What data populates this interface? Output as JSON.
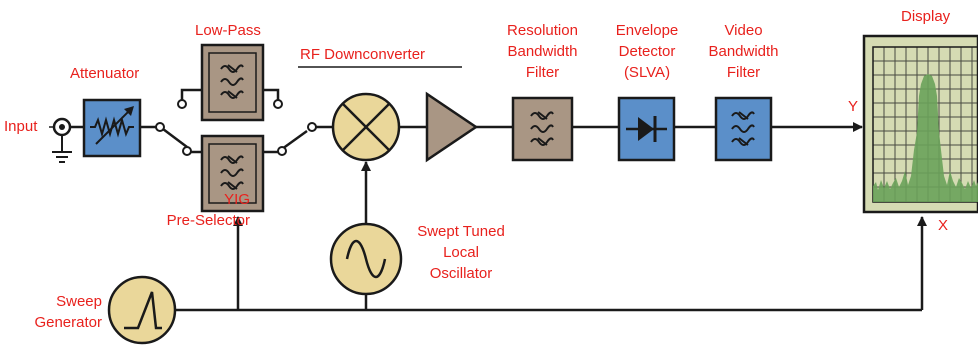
{
  "labels": {
    "input": "Input",
    "attenuator": "Attenuator",
    "low_pass": "Low-Pass",
    "yig": [
      "YIG",
      "Pre-Selector"
    ],
    "rf_downconverter": "RF Downconverter",
    "rbw_filter": [
      "Resolution",
      "Bandwidth",
      "Filter"
    ],
    "envelope_detector": [
      "Envelope",
      "Detector",
      "(SLVA)"
    ],
    "vbw_filter": [
      "Video",
      "Bandwidth",
      "Filter"
    ],
    "display": "Display",
    "y_axis": "Y",
    "x_axis": "X",
    "local_oscillator": [
      "Swept Tuned",
      "Local",
      "Oscillator"
    ],
    "sweep_generator": [
      "Sweep",
      "Generator"
    ]
  },
  "colors": {
    "label": "#e8211d",
    "wire": "#1a1a1a",
    "block_blue": "#5b8fc9",
    "block_brown": "#a99684",
    "circle_yellow": "#ead79a",
    "display_bg": "#d5dbb3",
    "trace_green": "#6aa25a"
  },
  "icons": [
    "attenuator-icon",
    "filter-icon",
    "mixer-icon",
    "amplifier-icon",
    "diode-icon",
    "sine-wave-icon",
    "ramp-icon",
    "ground-icon",
    "connector-icon"
  ]
}
